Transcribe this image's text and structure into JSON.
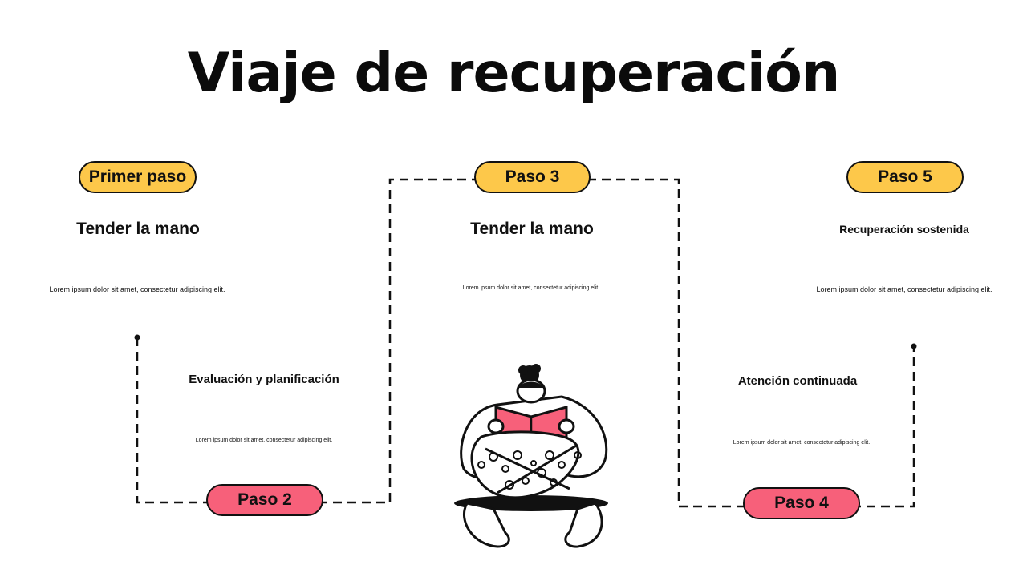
{
  "title": "Viaje de recuperación",
  "steps": [
    {
      "pill": "Primer paso",
      "heading": "Tender la mano",
      "body": "Lorem ipsum dolor sit amet, consectetur adipiscing elit."
    },
    {
      "pill": "Paso 2",
      "heading": "Evaluación y planificación",
      "body": "Lorem ipsum dolor sit amet, consectetur adipiscing elit."
    },
    {
      "pill": "Paso 3",
      "heading": "Tender la mano",
      "body": "Lorem ipsum dolor sit amet, consectetur adipiscing elit."
    },
    {
      "pill": "Paso 4",
      "heading": "Atención continuada",
      "body": "Lorem ipsum dolor sit amet, consectetur adipiscing elit."
    },
    {
      "pill": "Paso 5",
      "heading": "Recuperación sostenida",
      "body": "Lorem ipsum dolor sit amet, consectetur adipiscing elit."
    }
  ],
  "colors": {
    "yellow": "#fdc84a",
    "pink": "#f7607a",
    "ink": "#111111"
  },
  "illustration": "person-reading-book-icon"
}
